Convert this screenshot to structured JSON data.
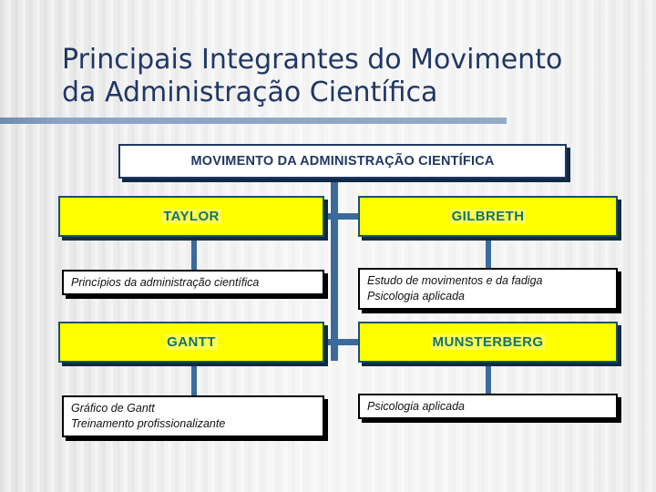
{
  "slide": {
    "title": "Principais Integrantes do Movimento\nda Administração Científica",
    "colors": {
      "title_text": "#1f3864",
      "rule": "#8ba4c4",
      "connector": "#3a6b9c",
      "node_fill": "#ffff00",
      "node_border": "#17536b",
      "node_text": "#157070",
      "shadow": "#0e2a44",
      "background": "#f2f2f2"
    }
  },
  "chart": {
    "root": {
      "label": "MOVIMENTO DA ADMINISTRAÇÃO CIENTÍFICA"
    },
    "nodes": [
      {
        "name": "TAYLOR",
        "details": "Princípios da administração científica"
      },
      {
        "name": "GILBRETH",
        "details": "Estudo de movimentos e da fadiga\nPsicologia aplicada"
      },
      {
        "name": "GANTT",
        "details": "Gráfico de Gantt\nTreinamento profissionalizante"
      },
      {
        "name": "MUNSTERBERG",
        "details": "Psicologia aplicada"
      }
    ]
  }
}
